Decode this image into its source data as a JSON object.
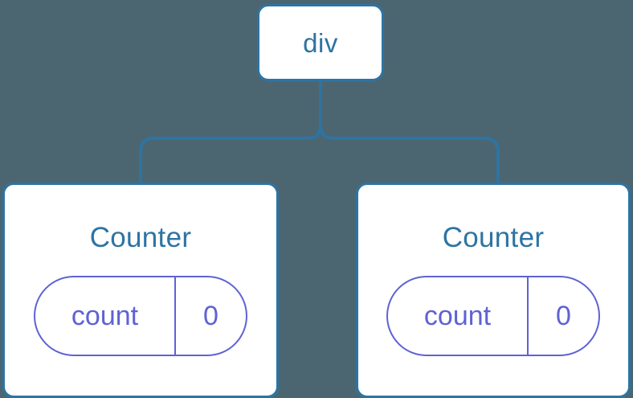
{
  "diagram": {
    "type": "component-tree",
    "background_color": "#4c6671",
    "node_border_color": "#2d74a3",
    "node_fill_color": "#ffffff",
    "node_text_color": "#2d74a3",
    "state_pill_color": "#5f62d4",
    "connector_color": "#2d74a3"
  },
  "root": {
    "label": "div"
  },
  "children": [
    {
      "label": "Counter",
      "state": {
        "key": "count",
        "value": "0"
      }
    },
    {
      "label": "Counter",
      "state": {
        "key": "count",
        "value": "0"
      }
    }
  ]
}
